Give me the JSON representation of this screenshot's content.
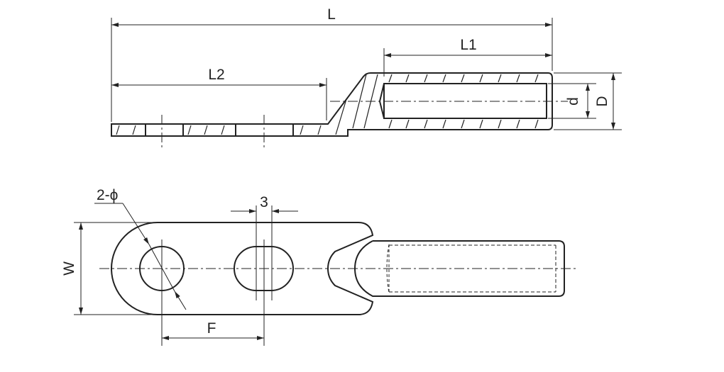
{
  "title": "Terminal lug dimension drawing",
  "labels": {
    "L": "L",
    "L1": "L1",
    "L2": "L2",
    "d": "d",
    "D": "D",
    "hole_spec": "2-ϕ",
    "slot_width": "3",
    "W": "W",
    "F": "F"
  },
  "colors": {
    "line": "#222222",
    "background": "#ffffff"
  }
}
